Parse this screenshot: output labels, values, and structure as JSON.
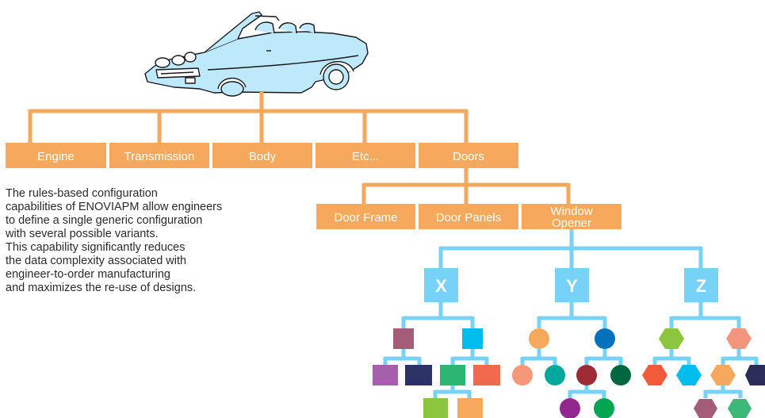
{
  "colors": {
    "orange": "#F6A95D",
    "blue": "#76D3F7",
    "car_body": "#BEE9FB",
    "ink": "#2B2B2B"
  },
  "car": {
    "icon": "convertible-car-icon"
  },
  "top_level": [
    "Engine",
    "Transmission",
    "Body",
    "Etc...",
    "Doors"
  ],
  "doors_children": {
    "door_frame": "Door Frame",
    "door_panels": "Door Panels",
    "window_opener_line1": "Window",
    "window_opener_line2": "Opener"
  },
  "variants": [
    "X",
    "Y",
    "Z"
  ],
  "description_lines": [
    "The rules-based configuration",
    "capabilities of ENOVIAPM allow engineers",
    "to define a single generic configuration",
    "with several possible variants.",
    "This capability significantly reduces",
    "the data complexity associated with",
    "engineer-to-order manufacturing",
    "and maximizes the re-use of designs."
  ],
  "option_nodes": {
    "x": {
      "shape": "square",
      "level1": [
        "#A45C78",
        "#00BDEE"
      ],
      "level2": [
        "#A65FAA",
        "#2C3266",
        "#2BB673",
        "#F16A4D"
      ],
      "level3": [
        "#8CC63E",
        "#F6A95D"
      ]
    },
    "y": {
      "shape": "circle",
      "level1": [
        "#F6A95D",
        "#0072BC"
      ],
      "level2": [
        "#F7977A",
        "#00A99D",
        "#9E2A35",
        "#00673F"
      ],
      "level3": [
        "#92278F",
        "#00A651"
      ]
    },
    "z": {
      "shape": "hexagon",
      "level1": [
        "#8CC63E",
        "#F4967D"
      ],
      "level2": [
        "#F15A3A",
        "#00BDEE",
        "#F6A95D",
        "#2C2E5A"
      ],
      "level3": [
        "#A45C78",
        "#3CB878"
      ]
    }
  }
}
